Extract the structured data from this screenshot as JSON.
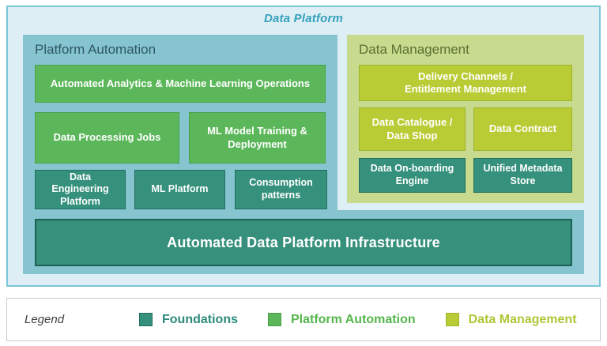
{
  "diagram": {
    "title": "Data Platform",
    "platform_automation": {
      "heading": "Platform Automation",
      "boxes": {
        "analytics_ops": "Automated Analytics & Machine Learning Operations",
        "data_processing": "Data Processing Jobs",
        "ml_training": "ML Model Training & Deployment",
        "data_engineering": "Data Engineering Platform",
        "ml_platform": "ML Platform",
        "consumption": "Consumption patterns"
      }
    },
    "data_management": {
      "heading": "Data Management",
      "boxes": {
        "delivery": "Delivery Channels / Entitlement Management",
        "catalogue": "Data Catalogue / Data Shop",
        "contract": "Data Contract",
        "onboarding": "Data On-boarding Engine",
        "metadata": "Unified Metadata Store"
      }
    },
    "infrastructure": "Automated Data Platform Infrastructure"
  },
  "legend": {
    "label": "Legend",
    "items": [
      {
        "name": "Foundations",
        "color": "#35907c"
      },
      {
        "name": "Platform Automation",
        "color": "#5cb75a"
      },
      {
        "name": "Data Management",
        "color": "#b9cc35"
      }
    ]
  },
  "colors": {
    "outer_background": "#ddeff5",
    "outer_border": "#7cc6d8",
    "title_text": "#35a0bd",
    "platform_automation_panel": "#86c4d0",
    "data_management_panel": "#c7da8d",
    "foundations_box": "#35907c",
    "automation_box": "#5cb75a",
    "management_box": "#b9cc35"
  }
}
